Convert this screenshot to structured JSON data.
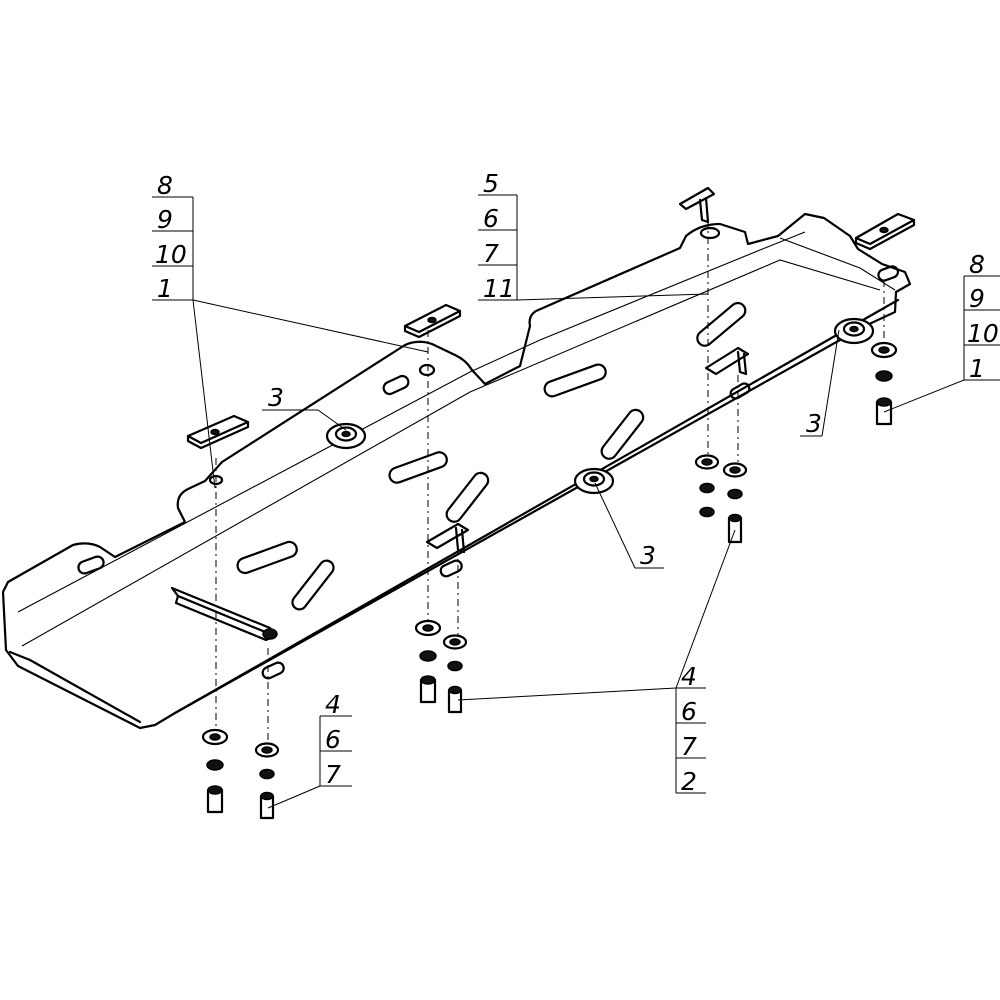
{
  "callouts": {
    "left_stack": [
      "8",
      "9",
      "10",
      "1"
    ],
    "center_stack": [
      "5",
      "6",
      "7",
      "11"
    ],
    "right_stack": [
      "8",
      "9",
      "10",
      "1"
    ],
    "bottom_left_stack": [
      "4",
      "6",
      "7"
    ],
    "bottom_center_stack": [
      "4",
      "6",
      "7",
      "2"
    ],
    "spacer_label": "3"
  }
}
